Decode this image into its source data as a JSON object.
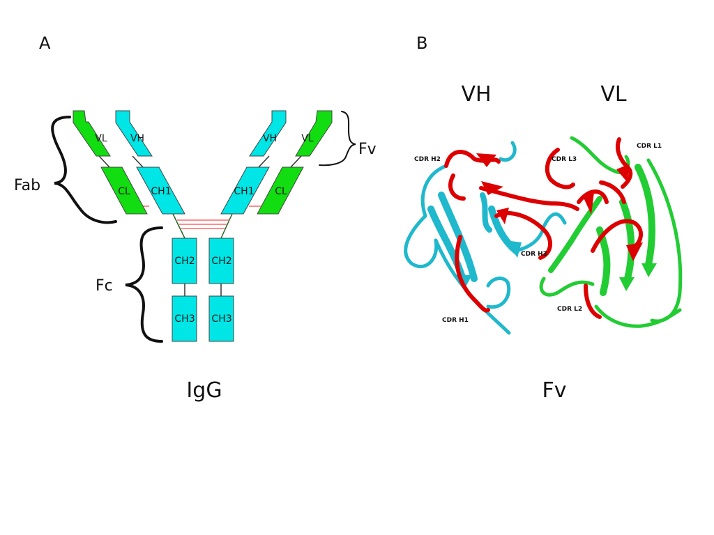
{
  "panels": {
    "a": "A",
    "b": "B"
  },
  "captions": {
    "left": "IgG",
    "right": "Fv"
  },
  "igg": {
    "braces": {
      "fab": "Fab",
      "fc": "Fc",
      "fv": "Fv"
    },
    "domains": {
      "vl_left": "VL",
      "vh_left": "VH",
      "cl_left": "CL",
      "ch1_left": "CH1",
      "vh_right": "VH",
      "vl_right": "VL",
      "ch1_right": "CH1",
      "cl_right": "CL",
      "ch2_left": "CH2",
      "ch2_right": "CH2",
      "ch3_left": "CH3",
      "ch3_right": "CH3"
    }
  },
  "fv": {
    "chains": {
      "heavy": "VH",
      "light": "VL"
    },
    "cdrs": {
      "h1": "CDR H1",
      "h2": "CDR H2",
      "h3": "CDR H3",
      "l1": "CDR L1",
      "l2": "CDR L2",
      "l3": "CDR L3"
    }
  },
  "colors": {
    "heavy_chain": "#00e5e5",
    "light_chain": "#11dd11",
    "heavy_ribbon": "#1fb8cc",
    "light_ribbon": "#22cc33",
    "cdr": "#dd0000",
    "disulfide": "#ff6666"
  }
}
